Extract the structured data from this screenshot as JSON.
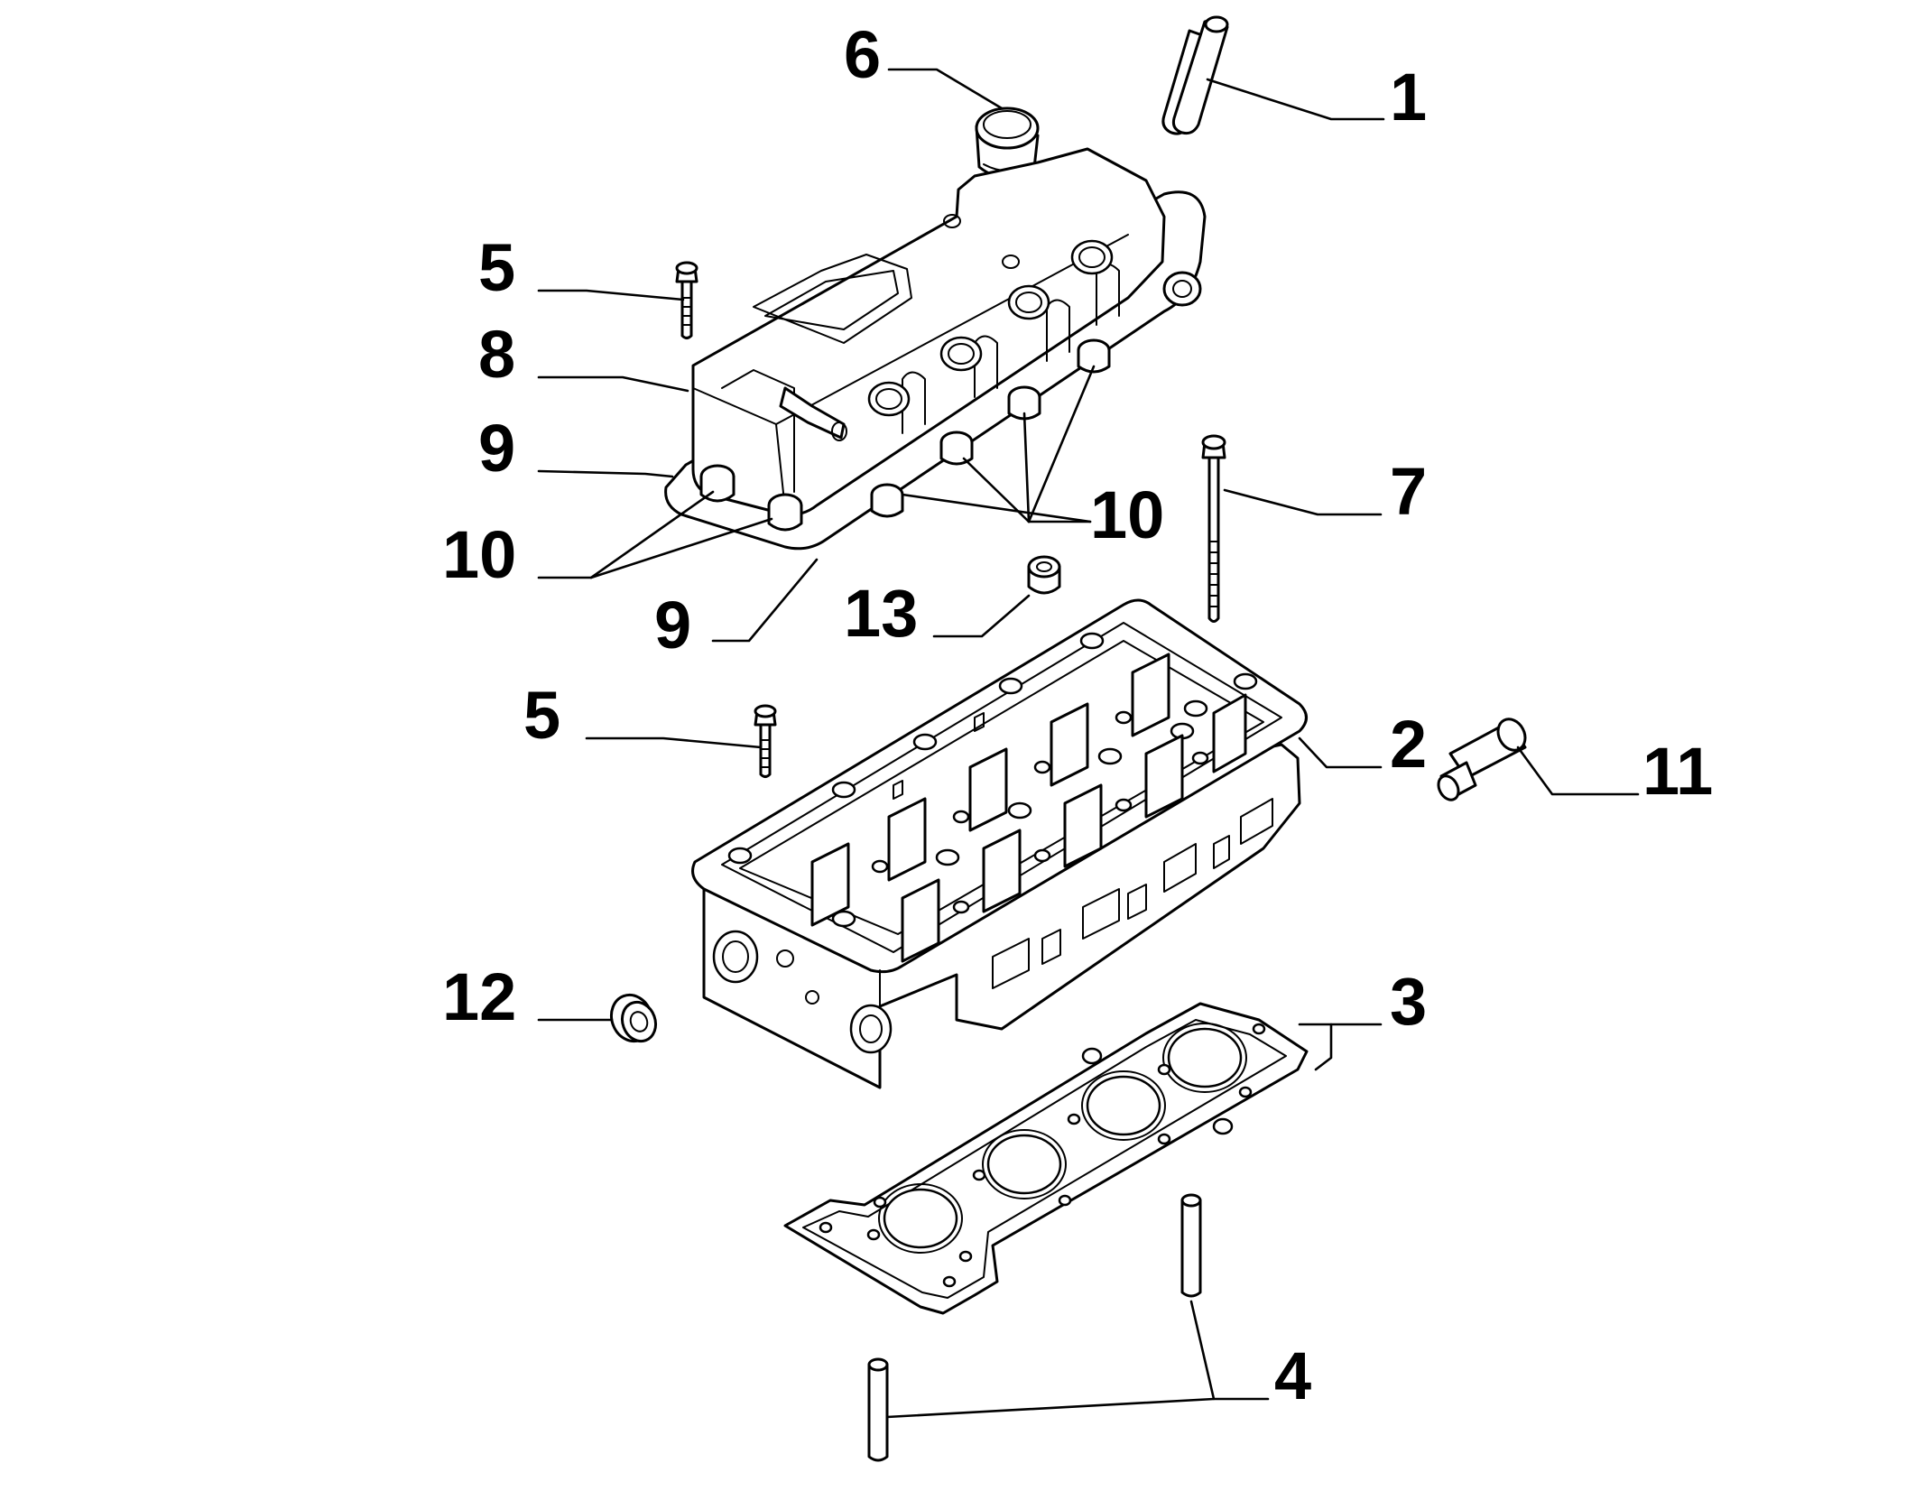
{
  "diagram": {
    "callouts": {
      "c1": "1",
      "c2": "2",
      "c3": "3",
      "c4": "4",
      "c5a": "5",
      "c5b": "5",
      "c6": "6",
      "c7": "7",
      "c8": "8",
      "c9a": "9",
      "c9b": "9",
      "c10a": "10",
      "c10b": "10",
      "c11": "11",
      "c12": "12",
      "c13": "13"
    }
  }
}
